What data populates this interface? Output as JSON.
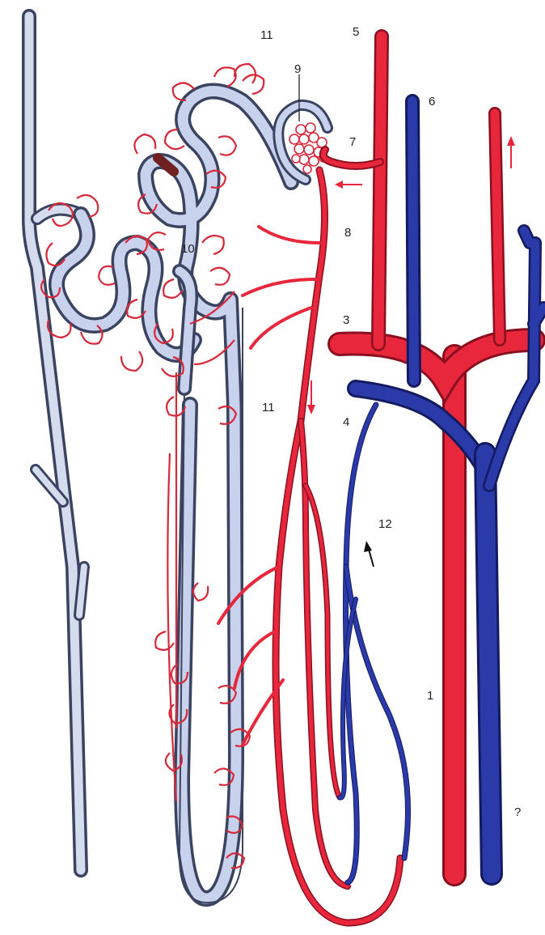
{
  "labels": {
    "l1": "1",
    "l2": "?",
    "l3": "3",
    "l4": "4",
    "l5": "5",
    "l6": "6",
    "l7": "7",
    "l8": "8",
    "l9": "9",
    "l10": "10",
    "l11a": "11",
    "l11b": "11",
    "l12": "12"
  },
  "colors": {
    "artery": "#e8263c",
    "vein": "#2a3aa8",
    "tubule_fill": "#c8d2ec",
    "tubule_outline": "#4a5676",
    "capillary": "#d8283a"
  }
}
